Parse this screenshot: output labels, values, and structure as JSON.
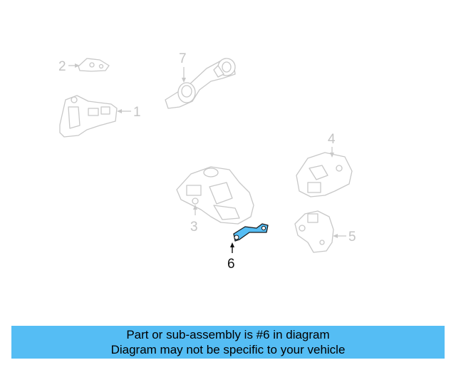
{
  "diagram": {
    "callouts": [
      "1",
      "2",
      "3",
      "4",
      "5",
      "6",
      "7"
    ],
    "highlighted_callout": "6",
    "highlight_color": "#55bdf4",
    "line_color_dim": "#c8c8c8"
  },
  "banner": {
    "line1": "Part or sub-assembly is #6 in diagram",
    "line2": "Diagram may not be specific to your vehicle",
    "background": "#55bdf4"
  }
}
